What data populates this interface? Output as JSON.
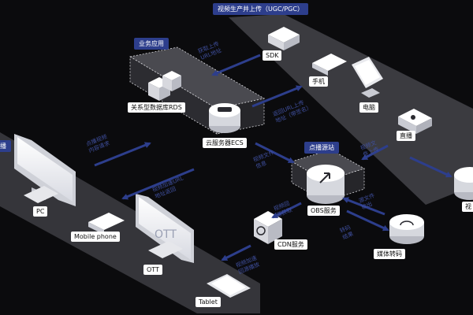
{
  "sections": {
    "ugc": "视频生产并上传（UGC/PGC）",
    "business": "业务应用",
    "vod": "点播源站",
    "left_edge": "播"
  },
  "nodes": {
    "sdk": "SDK",
    "phone": "手机",
    "computer": "电脑",
    "live": "直播",
    "rds": "关系型数据库RDS",
    "ecs": "云服务器ECS",
    "obs": "OBS服务",
    "cdn": "CDN服务",
    "transcode": "媒体转码",
    "pc": "PC",
    "mobile": "Mobile phone",
    "ott": "OTT",
    "tablet": "Tablet",
    "right_edge": "视"
  },
  "screen_text": {
    "ott": "OTT"
  },
  "notes": {
    "n1": "获取上传\nURL地址",
    "n2": "返回URL上传\n地址（带签名）",
    "n3": "视频文\n件上传",
    "n4": "点播视频\n内容请求",
    "n5": "视频加速URL\n地址返回",
    "n6": "视频文件\n信息",
    "n7": "视频回\n源获取",
    "n8": "源文件\n输出",
    "n9": "视频加速\n回源播放",
    "n10": "转码\n结果"
  },
  "colors": {
    "band": "#3d3d42",
    "arrow": "#2d3e8c",
    "device": "#e6e7eb"
  }
}
